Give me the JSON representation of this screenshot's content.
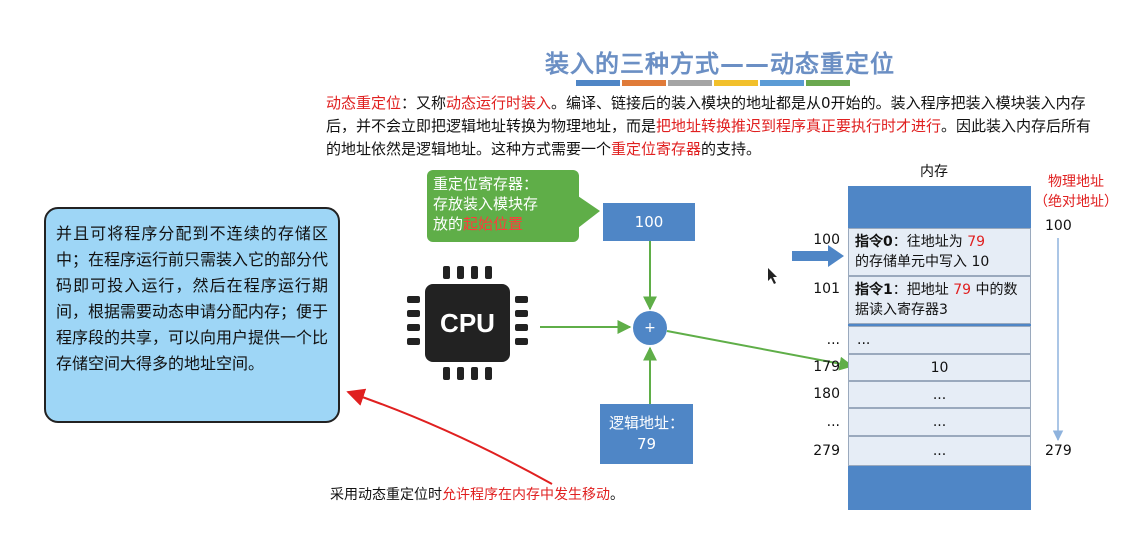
{
  "title": "装入的三种方式——动态重定位",
  "colors": {
    "title": "#6b8fc4",
    "accent_blue": "#4f86c6",
    "accent_green": "#5fae48",
    "accent_red": "#e02020",
    "callout_blue": "#9ed6f6",
    "bars": [
      "#4f86c6",
      "#e07b39",
      "#a5a5a5",
      "#f2c02b",
      "#5b9bd5",
      "#6aa84f"
    ]
  },
  "intro": {
    "s1": "动态重定位",
    "s2": "：又称",
    "s3": "动态运行时装入",
    "s4": "。编译、链接后的装入模块的地址都是从0开始的。装入程序把装入模块装入内存后，并不会立即把逻辑地址转换为物理地址，而是",
    "s5": "把地址转换推迟到程序真正要执行时才进行",
    "s6": "。因此装入内存后所有的地址依然是逻辑地址。这种方式需要一个",
    "s7": "重定位寄存器",
    "s8": "的支持。"
  },
  "register_callout": {
    "line1": "重定位寄存器：",
    "line2": "存放装入模块存",
    "line3a": "放的",
    "line3b": "起始位置"
  },
  "register_value": "100",
  "logical_address": {
    "label": "逻辑地址：",
    "value": "79"
  },
  "adder_symbol": "+",
  "cpu_label": "CPU",
  "left_callout": "并且可将程序分配到不连续的存储区中；在程序运行前只需装入它的部分代码即可投入运行，然后在程序运行期间，根据需要动态申请分配内存；便于程序段的共享，可以向用户提供一个比存储空间大得多的地址空间。",
  "footnote": {
    "a": "采用动态重定位时",
    "b": "允许程序在内存中发生移动",
    "c": "。"
  },
  "memory": {
    "label": "内存",
    "physical_label_line1": "物理地址",
    "physical_label_line2": "（绝对地址）",
    "instr0": {
      "bold": "指令0",
      "t1": "：往地址为 ",
      "num": "79",
      "t2": "的存储单元中写入 10"
    },
    "instr1": {
      "bold": "指令1",
      "t1": "：把地址 ",
      "num": "79",
      "t2": " 中的数据读入寄存器3"
    },
    "cells": [
      "...",
      "10",
      "...",
      "...",
      "..."
    ],
    "addresses": [
      "100",
      "101",
      "...",
      "179",
      "180",
      "...",
      "279"
    ],
    "physical_addresses": [
      "100",
      "279"
    ]
  }
}
